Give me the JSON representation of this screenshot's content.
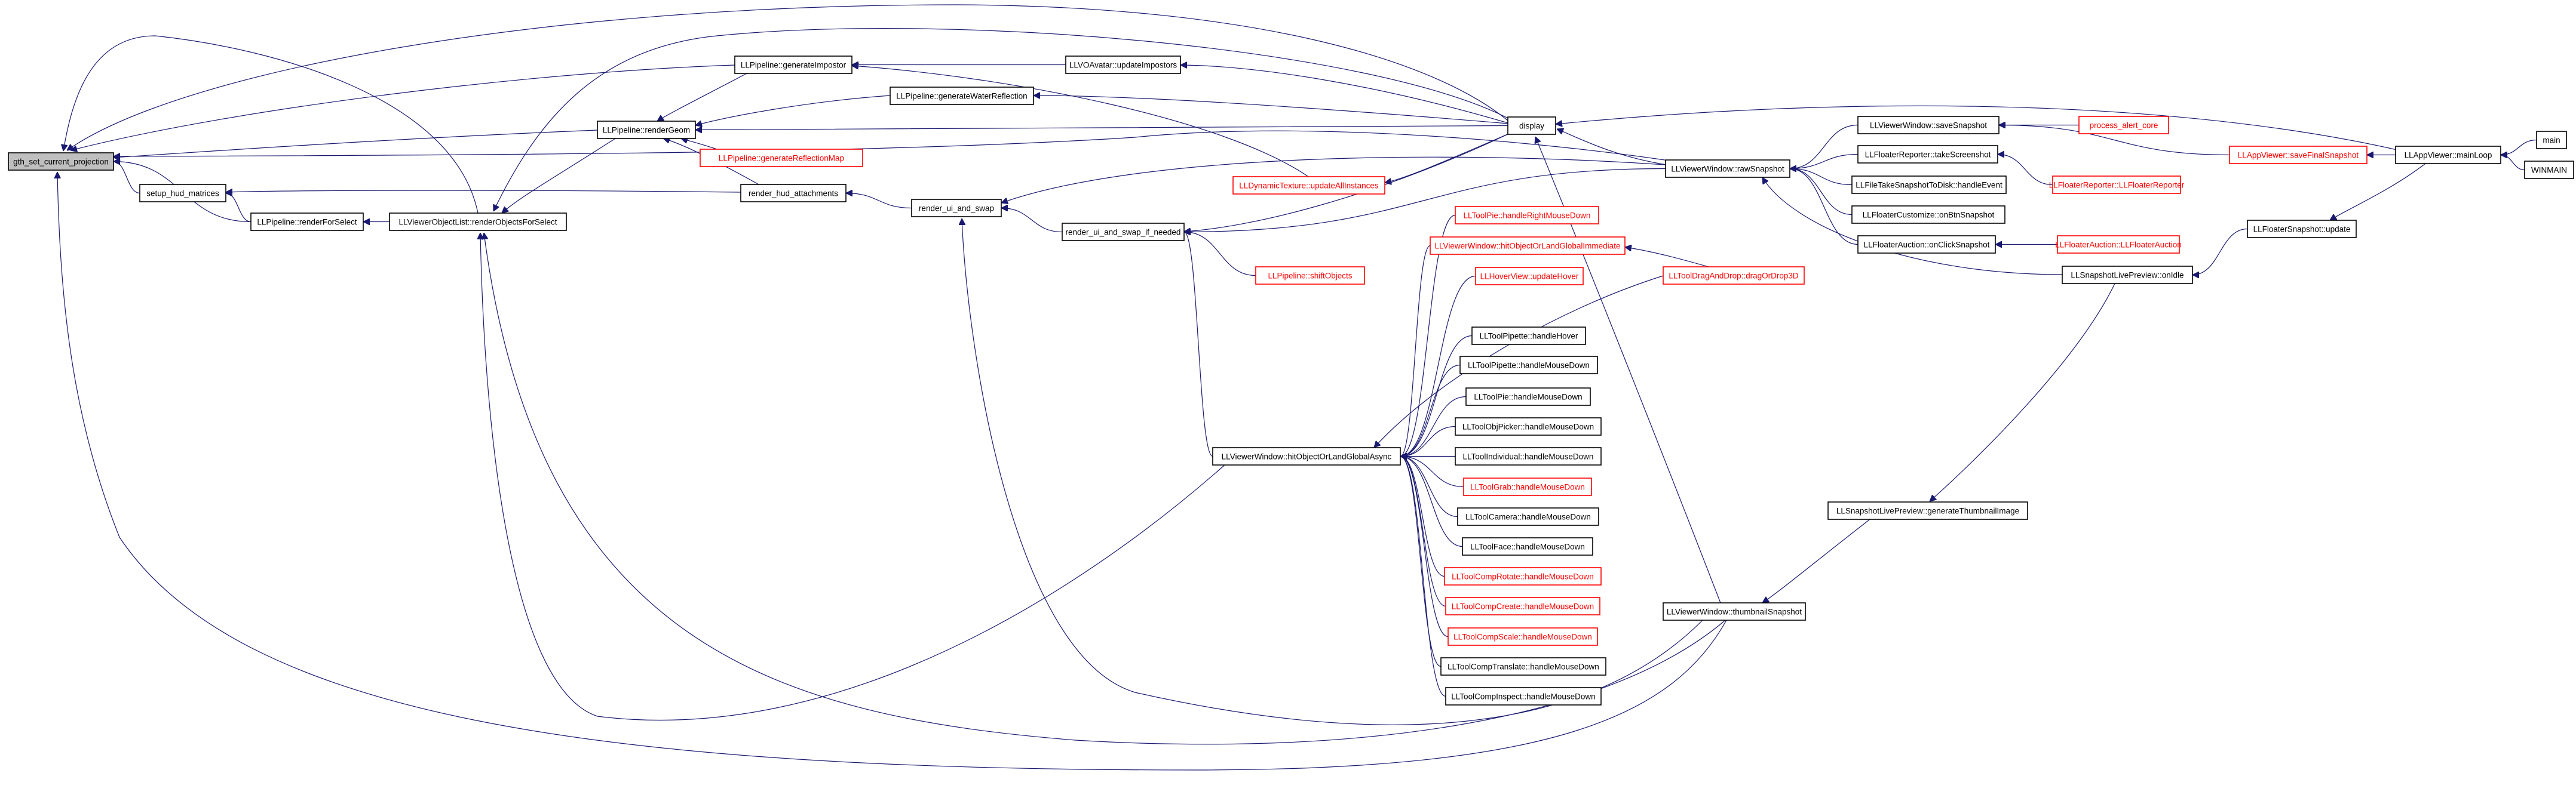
{
  "nodes": {
    "root": {
      "label": "gth_set_current_projection",
      "color": "gray"
    },
    "hud_mat": {
      "label": "setup_hud_matrices",
      "color": "black"
    },
    "rfs": {
      "label": "LLPipeline::renderForSelect",
      "color": "black"
    },
    "rofs": {
      "label": "LLViewerObjectList::renderObjectsForSelect",
      "color": "black"
    },
    "rgeom": {
      "label": "LLPipeline::renderGeom",
      "color": "black"
    },
    "gimp": {
      "label": "LLPipeline::generateImpostor",
      "color": "black"
    },
    "gwr": {
      "label": "LLPipeline::generateWaterReflection",
      "color": "black"
    },
    "grm": {
      "label": "LLPipeline::generateReflectionMap",
      "color": "red"
    },
    "rha": {
      "label": "render_hud_attachments",
      "color": "black"
    },
    "vaui": {
      "label": "LLVOAvatar::updateImpostors",
      "color": "black"
    },
    "display": {
      "label": "display",
      "color": "black"
    },
    "rus": {
      "label": "render_ui_and_swap",
      "color": "black"
    },
    "rusin": {
      "label": "render_ui_and_swap_if_needed",
      "color": "black"
    },
    "dtua": {
      "label": "LLDynamicTexture::updateAllInstances",
      "color": "red"
    },
    "shift": {
      "label": "LLPipeline::shiftObjects",
      "color": "red"
    },
    "hoga": {
      "label": "LLViewerWindow::hitObjectOrLandGlobalAsync",
      "color": "black"
    },
    "tprm": {
      "label": "LLToolPie::handleRightMouseDown",
      "color": "red"
    },
    "hogi": {
      "label": "LLViewerWindow::hitObjectOrLandGlobalImmediate",
      "color": "red"
    },
    "hvu": {
      "label": "LLHoverView::updateHover",
      "color": "red"
    },
    "tph": {
      "label": "LLToolPipette::handleHover",
      "color": "black"
    },
    "tpmd": {
      "label": "LLToolPipette::handleMouseDown",
      "color": "black"
    },
    "tpie": {
      "label": "LLToolPie::handleMouseDown",
      "color": "black"
    },
    "topk": {
      "label": "LLToolObjPicker::handleMouseDown",
      "color": "black"
    },
    "tind": {
      "label": "LLToolIndividual::handleMouseDown",
      "color": "black"
    },
    "tgrab": {
      "label": "LLToolGrab::handleMouseDown",
      "color": "red"
    },
    "tcam": {
      "label": "LLToolCamera::handleMouseDown",
      "color": "black"
    },
    "tface": {
      "label": "LLToolFace::handleMouseDown",
      "color": "black"
    },
    "tcrot": {
      "label": "LLToolCompRotate::handleMouseDown",
      "color": "red"
    },
    "tccre": {
      "label": "LLToolCompCreate::handleMouseDown",
      "color": "red"
    },
    "tcsca": {
      "label": "LLToolCompScale::handleMouseDown",
      "color": "red"
    },
    "tctra": {
      "label": "LLToolCompTranslate::handleMouseDown",
      "color": "black"
    },
    "tcins": {
      "label": "LLToolCompInspect::handleMouseDown",
      "color": "black"
    },
    "tdd": {
      "label": "LLToolDragAndDrop::dragOrDrop3D",
      "color": "red"
    },
    "rsnap": {
      "label": "LLViewerWindow::rawSnapshot",
      "color": "black"
    },
    "tsnap": {
      "label": "LLViewerWindow::thumbnailSnapshot",
      "color": "black"
    },
    "vwss": {
      "label": "LLViewerWindow::saveSnapshot",
      "color": "black"
    },
    "fr_ts": {
      "label": "LLFloaterReporter::takeScreenshot",
      "color": "black"
    },
    "ftsd": {
      "label": "LLFileTakeSnapshotToDisk::handleEvent",
      "color": "black"
    },
    "fcbs": {
      "label": "LLFloaterCustomize::onBtnSnapshot",
      "color": "black"
    },
    "faos": {
      "label": "LLFloaterAuction::onClickSnapshot",
      "color": "black"
    },
    "slpi": {
      "label": "LLSnapshotLivePreview::onIdle",
      "color": "black"
    },
    "slpg": {
      "label": "LLSnapshotLivePreview::generateThumbnailImage",
      "color": "black"
    },
    "pac": {
      "label": "process_alert_core",
      "color": "red"
    },
    "avsfs": {
      "label": "LLAppViewer::saveFinalSnapshot",
      "color": "red"
    },
    "frfr": {
      "label": "LLFloaterReporter::LLFloaterReporter",
      "color": "red"
    },
    "fafa": {
      "label": "LLFloaterAuction::LLFloaterAuction",
      "color": "red"
    },
    "fsu": {
      "label": "LLFloaterSnapshot::update",
      "color": "black"
    },
    "avml": {
      "label": "LLAppViewer::mainLoop",
      "color": "black"
    },
    "main": {
      "label": "main",
      "color": "black"
    },
    "winmain": {
      "label": "WINMAIN",
      "color": "black"
    }
  },
  "edges": [
    [
      "hud_mat",
      "root"
    ],
    [
      "rfs",
      "root"
    ],
    [
      "rfs",
      "hud_mat"
    ],
    [
      "rofs",
      "rfs"
    ],
    [
      "rofs",
      "root"
    ],
    [
      "rgeom",
      "root"
    ],
    [
      "rgeom",
      "rofs"
    ],
    [
      "gimp",
      "rgeom"
    ],
    [
      "gimp",
      "root"
    ],
    [
      "gwr",
      "rgeom"
    ],
    [
      "grm",
      "rgeom"
    ],
    [
      "rha",
      "hud_mat"
    ],
    [
      "rha",
      "rgeom"
    ],
    [
      "vaui",
      "gimp"
    ],
    [
      "display",
      "vaui"
    ],
    [
      "display",
      "gwr"
    ],
    [
      "display",
      "rgeom"
    ],
    [
      "display",
      "root"
    ],
    [
      "display",
      "rofs"
    ],
    [
      "rus",
      "rha"
    ],
    [
      "rusin",
      "rus"
    ],
    [
      "display",
      "rusin"
    ],
    [
      "dtua",
      "gimp"
    ],
    [
      "display",
      "dtua"
    ],
    [
      "shift",
      "rusin"
    ],
    [
      "hoga",
      "rusin"
    ],
    [
      "hoga",
      "rofs"
    ],
    [
      "tprm",
      "hoga"
    ],
    [
      "hogi",
      "hoga"
    ],
    [
      "hvu",
      "hoga"
    ],
    [
      "tph",
      "hoga"
    ],
    [
      "tpmd",
      "hoga"
    ],
    [
      "tpie",
      "hoga"
    ],
    [
      "topk",
      "hoga"
    ],
    [
      "tind",
      "hoga"
    ],
    [
      "tgrab",
      "hoga"
    ],
    [
      "tcam",
      "hoga"
    ],
    [
      "tface",
      "hoga"
    ],
    [
      "tcrot",
      "hoga"
    ],
    [
      "tccre",
      "hoga"
    ],
    [
      "tcsca",
      "hoga"
    ],
    [
      "tctra",
      "hoga"
    ],
    [
      "tcins",
      "hoga"
    ],
    [
      "tdd",
      "hoga"
    ],
    [
      "tdd",
      "hogi"
    ],
    [
      "rsnap",
      "rusin"
    ],
    [
      "rsnap",
      "rus"
    ],
    [
      "rsnap",
      "display"
    ],
    [
      "rsnap",
      "root"
    ],
    [
      "tsnap",
      "display"
    ],
    [
      "tsnap",
      "rofs"
    ],
    [
      "tsnap",
      "rus"
    ],
    [
      "tsnap",
      "root"
    ],
    [
      "vwss",
      "rsnap"
    ],
    [
      "fr_ts",
      "rsnap"
    ],
    [
      "ftsd",
      "rsnap"
    ],
    [
      "fcbs",
      "rsnap"
    ],
    [
      "faos",
      "rsnap"
    ],
    [
      "slpi",
      "rsnap"
    ],
    [
      "slpg",
      "tsnap"
    ],
    [
      "slpi",
      "slpg"
    ],
    [
      "pac",
      "vwss"
    ],
    [
      "avsfs",
      "vwss"
    ],
    [
      "frfr",
      "fr_ts"
    ],
    [
      "fafa",
      "faos"
    ],
    [
      "fsu",
      "slpi"
    ],
    [
      "avml",
      "avsfs"
    ],
    [
      "avml",
      "fsu"
    ],
    [
      "avml",
      "display"
    ],
    [
      "main",
      "avml"
    ],
    [
      "winmain",
      "avml"
    ]
  ]
}
